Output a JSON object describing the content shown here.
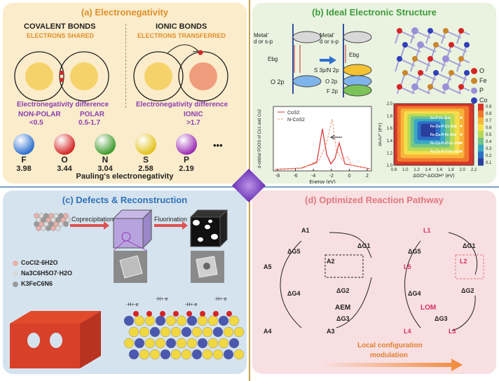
{
  "panel_a": {
    "title": "(a) Electronegativity",
    "covalent_title": "COVALENT BONDS",
    "covalent_sub": "ELECTRONS SHARED",
    "ionic_title": "IONIC BONDS",
    "ionic_sub": "ELECTRONS TRANSFERRED",
    "en_diff_1": "Electronegativity difference",
    "en_diff_2": "Electronegativity difference",
    "nonpolar": "NON-POLAR",
    "nonpolar_val": "<0.5",
    "polar": "POLAR",
    "polar_val": "0.5-1.7",
    "ionic": "IONIC",
    "ionic_val": ">1.7",
    "elements": [
      {
        "symbol": "F",
        "value": "3.98",
        "color": "#2b6fd0"
      },
      {
        "symbol": "O",
        "value": "3.44",
        "color": "#d42525"
      },
      {
        "symbol": "N",
        "value": "3.04",
        "color": "#3f9a2c"
      },
      {
        "symbol": "S",
        "value": "2.58",
        "color": "#e3c21a"
      },
      {
        "symbol": "P",
        "value": "2.19",
        "color": "#9b2bb5"
      }
    ],
    "ellipsis": "•••",
    "footer": "Pauling's electronegativity"
  },
  "panel_b": {
    "title": "(b) Ideal Electronic Structure",
    "metal_label_1": "Metal'\nd or s-p",
    "metal_label_2": "Metal'\nd or s-p",
    "ebg_1": "Ebg",
    "ebg_2": "Ebg",
    "o2p_1": "O 2p",
    "s3p": "S 3p/N 2p",
    "o2p_2": "O 2p",
    "f2p": "F 2p",
    "pdos_legend_1": "CoS2",
    "pdos_legend_2": "N-CoS2",
    "pdos_ylabel": "d-orbital PDOS of Co1 and Co2",
    "pdos_xlabel": "Energy (eV)",
    "pdos_xticks": [
      "-8",
      "-6",
      "-4",
      "-2",
      "0",
      "2"
    ],
    "crystal_legend": [
      {
        "label": "O",
        "color": "#d42525"
      },
      {
        "label": "Fe",
        "color": "#c9862a"
      },
      {
        "label": "P",
        "color": "#9b8fd8"
      },
      {
        "label": "Co",
        "color": "#2f3fb8"
      }
    ],
    "heatmap_ylabel": "ΔGO* (eV)",
    "heatmap_xlabel": "ΔGO*-ΔGOH* (eV)",
    "heatmap_xticks": [
      "0.8",
      "1.0",
      "1.2",
      "1.4",
      "1.6",
      "1.8",
      "2.0",
      "2.2"
    ],
    "heatmap_yticks": [
      "1.0",
      "1.2",
      "1.4",
      "1.6",
      "1.8",
      "2.0"
    ],
    "colorbar_ticks": [
      "0.9",
      "0.8",
      "0.7",
      "0.6",
      "0.5",
      "0.4",
      "0.3",
      "0.2",
      "0.1"
    ],
    "heatmap_points": [
      "Fe-P-Fe Site",
      "Fe-Co-P-Co Site",
      "Fe-Co-P-Fe Site",
      "Fe-Co-P-O-Co site",
      "Fe-Co-P-O-Fe site"
    ]
  },
  "panel_c": {
    "title": "(c) Defects & Reconstruction",
    "arrow_1": "Coprecipitation",
    "arrow_2": "Fluorination",
    "reagent_1": "CoCl2·6H2O",
    "reagent_2": "Na3C6H5O7·H2O",
    "reagent_3": "K3FeC6N6",
    "step_labels": [
      "-H+-e",
      "-H+-e",
      "-H+-e",
      "-H+-e"
    ]
  },
  "panel_d": {
    "title": "(d) Optimized Reaction Pathway",
    "aem": "AEM",
    "lom": "LOM",
    "footer_1": "Local configuration",
    "footer_2": "modulation",
    "aem_nodes": [
      "A1",
      "A2",
      "A3",
      "A4",
      "A5"
    ],
    "lom_nodes": [
      "L1",
      "L2",
      "L3",
      "L4",
      "L5"
    ],
    "dg": [
      "ΔG1",
      "ΔG2",
      "ΔG3",
      "ΔG4",
      "ΔG5"
    ]
  }
}
